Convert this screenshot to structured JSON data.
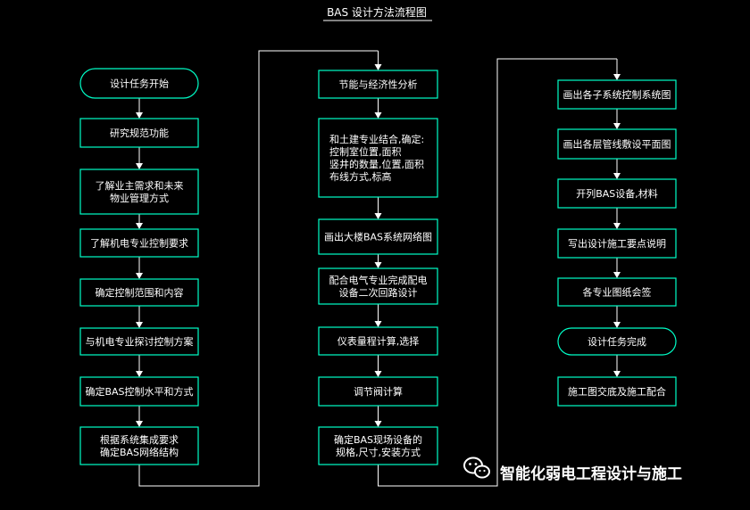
{
  "title": "BAS 设计方法流程图",
  "columns": [
    {
      "nodes": [
        {
          "kind": "terminal",
          "lines": [
            "设计任务开始"
          ]
        },
        {
          "kind": "process",
          "lines": [
            "研究规范功能"
          ]
        },
        {
          "kind": "process",
          "lines": [
            "了解业主需求和未来",
            "物业管理方式"
          ]
        },
        {
          "kind": "process",
          "lines": [
            "了解机电专业控制要求"
          ]
        },
        {
          "kind": "process",
          "lines": [
            "确定控制范围和内容"
          ]
        },
        {
          "kind": "process",
          "lines": [
            "与机电专业探讨控制方案"
          ]
        },
        {
          "kind": "process",
          "lines": [
            "确定BAS控制水平和方式"
          ]
        },
        {
          "kind": "process",
          "lines": [
            "根据系统集成要求",
            "确定BAS网络结构"
          ]
        }
      ]
    },
    {
      "nodes": [
        {
          "kind": "process",
          "lines": [
            "节能与经济性分析"
          ]
        },
        {
          "kind": "process",
          "lines": [
            "和土建专业结合,确定:",
            "控制室位置,面积",
            "竖井的数量,位置,面积",
            "布线方式,标高"
          ]
        },
        {
          "kind": "process",
          "lines": [
            "画出大楼BAS系统网络图"
          ]
        },
        {
          "kind": "process",
          "lines": [
            "配合电气专业完成配电",
            "设备二次回路设计"
          ]
        },
        {
          "kind": "process",
          "lines": [
            "仪表量程计算,选择"
          ]
        },
        {
          "kind": "process",
          "lines": [
            "调节阀计算"
          ]
        },
        {
          "kind": "process",
          "lines": [
            "确定BAS现场设备的",
            "规格,尺寸,安装方式"
          ]
        }
      ]
    },
    {
      "nodes": [
        {
          "kind": "process",
          "lines": [
            "画出各子系统控制系统图"
          ]
        },
        {
          "kind": "process",
          "lines": [
            "画出各层管线敷设平面图"
          ]
        },
        {
          "kind": "process",
          "lines": [
            "开列BAS设备,材料"
          ]
        },
        {
          "kind": "process",
          "lines": [
            "写出设计施工要点说明"
          ]
        },
        {
          "kind": "process",
          "lines": [
            "各专业图纸会签"
          ]
        },
        {
          "kind": "terminal",
          "lines": [
            "设计任务完成"
          ]
        },
        {
          "kind": "process",
          "lines": [
            "施工图交底及施工配合"
          ]
        }
      ]
    }
  ],
  "watermark": {
    "icon": "wechat-icon",
    "text": "智能化弱电工程设计与施工"
  },
  "colors": {
    "background": "#000000",
    "box": "#00ffc8",
    "arrow": "#ffffff",
    "text": "#ffffff"
  }
}
